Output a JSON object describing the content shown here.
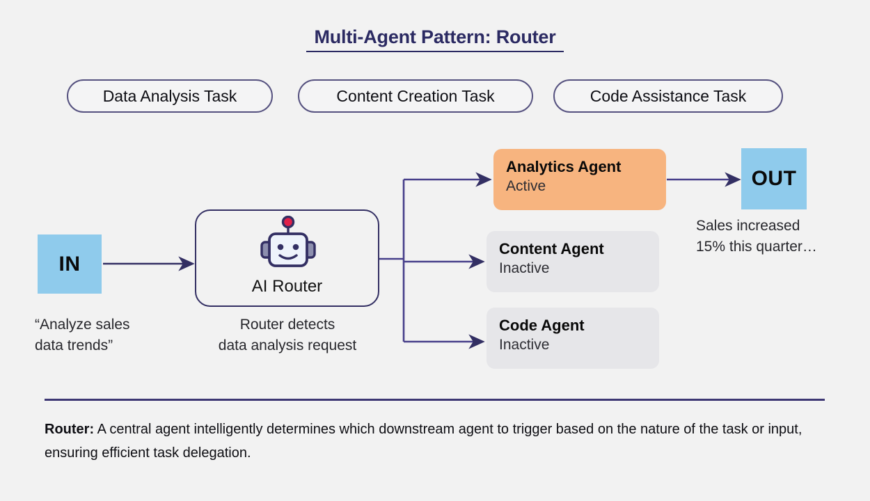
{
  "title": "Multi-Agent Pattern: Router",
  "colors": {
    "background": "#f2f2f2",
    "accent_navy": "#2b2a62",
    "wire": "#332f63",
    "io_blue": "#8fcbec",
    "active_orange": "#f7b47f",
    "inactive_gray": "#e6e6e9",
    "antenna_red": "#e0214a"
  },
  "task_pills": [
    {
      "label": "Data Analysis Task"
    },
    {
      "label": "Content Creation Task"
    },
    {
      "label": "Code Assistance Task"
    }
  ],
  "input": {
    "label": "IN",
    "caption": "“Analyze sales\ndata trends”"
  },
  "router": {
    "label": "AI Router",
    "icon": "robot-icon",
    "caption": "Router detects\ndata analysis request"
  },
  "agents": [
    {
      "title": "Analytics Agent",
      "status": "Active",
      "state": "active"
    },
    {
      "title": "Content Agent",
      "status": "Inactive",
      "state": "inactive"
    },
    {
      "title": "Code Agent",
      "status": "Inactive",
      "state": "inactive"
    }
  ],
  "output": {
    "label": "OUT",
    "caption": "Sales increased\n15% this quarter…"
  },
  "footer": {
    "term": "Router:",
    "description": " A central agent intelligently determines which downstream agent to trigger based on the nature of the task or input, ensuring efficient task delegation."
  }
}
